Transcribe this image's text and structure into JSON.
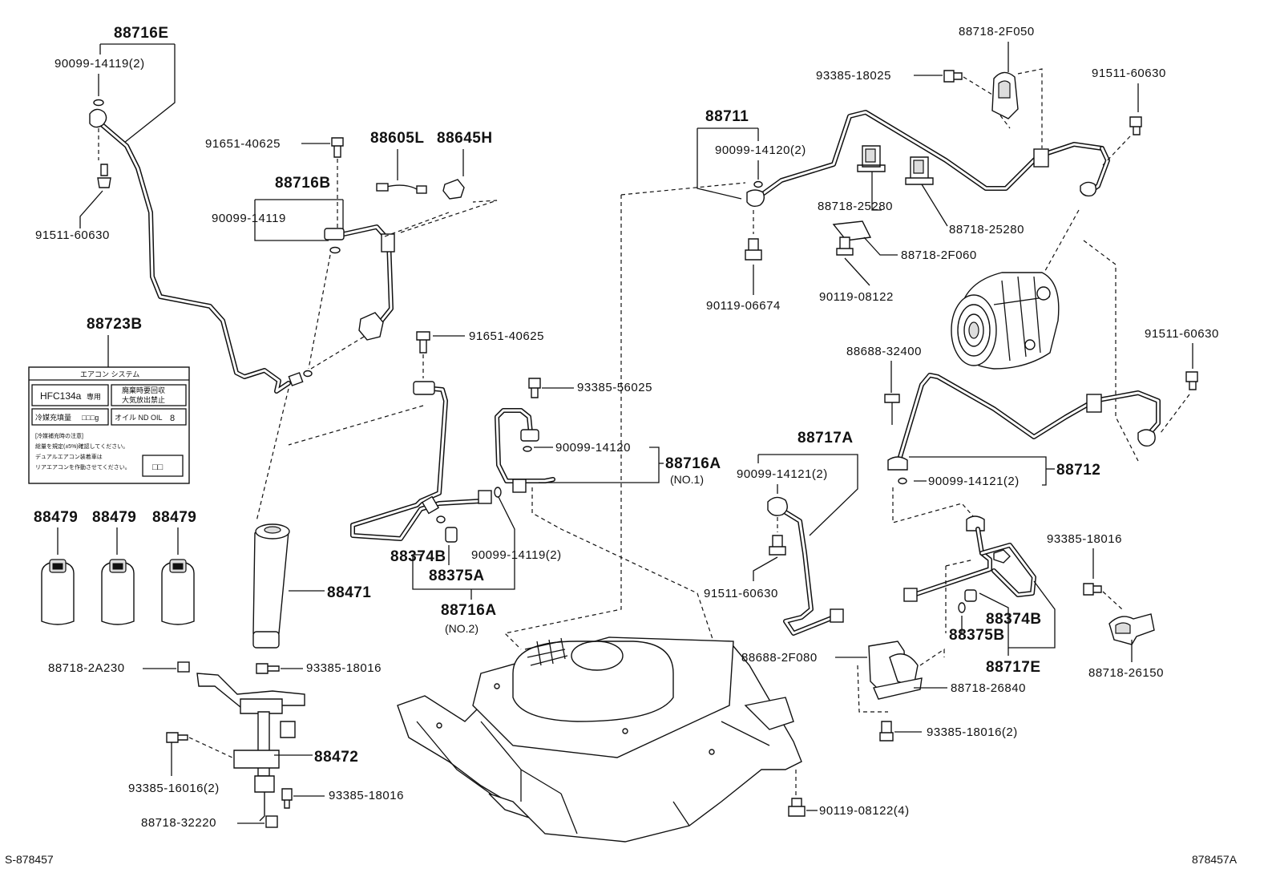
{
  "labels": {
    "p88716E": "88716E",
    "p90099_14119_2_top": "90099-14119(2)",
    "p91511_60630_left": "91511-60630",
    "p91651_40625_a": "91651-40625",
    "p88716B": "88716B",
    "p90099_14119": "90099-14119",
    "p88605L": "88605L",
    "p88645H": "88645H",
    "p88723B": "88723B",
    "p91651_40625_b": "91651-40625",
    "p93385_56025": "93385-56025",
    "p90099_14120": "90099-14120",
    "p88716A_no1": "88716A",
    "no1": "(NO.1)",
    "p90099_14119_2_mid": "90099-14119(2)",
    "p88374B_left": "88374B",
    "p88375A": "88375A",
    "p88716A_no2": "88716A",
    "no2": "(NO.2)",
    "p88479_a": "88479",
    "p88479_b": "88479",
    "p88479_c": "88479",
    "p88471": "88471",
    "p88718_2A230": "88718-2A230",
    "p93385_18016_a": "93385-18016",
    "p88472": "88472",
    "p93385_16016_2": "93385-16016(2)",
    "p93385_18016_b": "93385-18016",
    "p88718_32220": "88718-32220",
    "p88711": "88711",
    "p90099_14120_2": "90099-14120(2)",
    "p90119_06674": "90119-06674",
    "p88718_25280_a": "88718-25280",
    "p88718_25280_b": "88718-25280",
    "p88718_2F060": "88718-2F060",
    "p90119_08122": "90119-08122",
    "p93385_18025": "93385-18025",
    "p88718_2F050": "88718-2F050",
    "p91511_60630_tr": "91511-60630",
    "p91511_60630_r": "91511-60630",
    "p88688_32400": "88688-32400",
    "p88712": "88712",
    "p90099_14121_2_r": "90099-14121(2)",
    "p88717A": "88717A",
    "p90099_14121_2": "90099-14121(2)",
    "p91511_60630_mid": "91511-60630",
    "p93385_18016_r": "93385-18016",
    "p88374B_right": "88374B",
    "p88375B": "88375B",
    "p88717E": "88717E",
    "p88718_26150": "88718-26150",
    "p88688_2F080": "88688-2F080",
    "p88718_26840": "88718-26840",
    "p93385_18016_2": "93385-18016(2)",
    "p90119_08122_4": "90119-08122(4)"
  },
  "label_plate": {
    "system": "エアコン システム",
    "refrigerant": "HFC134a",
    "dedicated": "専用",
    "recovery_1": "廃棄時要回収",
    "recovery_2": "大気放出禁止",
    "charge": "冷媒充填量",
    "charge_value": "□□□g",
    "oil": "オイル ND OIL",
    "oil_value": "8",
    "note_title": "[冷媒補充時の注意]",
    "note_1": "総量を規定(±5%)確認してください。",
    "note_2": "デュアルエアコン装着車は",
    "note_3": "リアエアコンを作動させてください。",
    "box_value": "□□"
  },
  "footer": {
    "left": "S-878457",
    "right": "878457A"
  }
}
